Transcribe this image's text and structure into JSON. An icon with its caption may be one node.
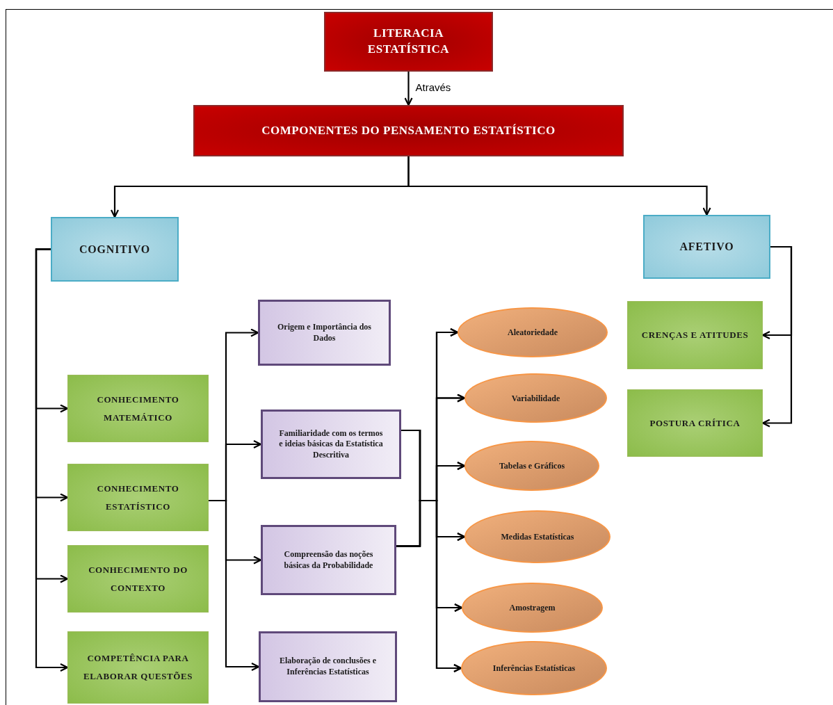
{
  "diagram": {
    "nodes": [
      {
        "text": [
          "LITERACIA ESTATÍSTICA"
        ]
      },
      {
        "text": [
          "COMPONENTES DO PENSAMENTO ESTATÍSTICO"
        ]
      },
      {
        "text": [
          "COGNITIVO"
        ]
      },
      {
        "text": [
          "AFETIVO"
        ]
      },
      {
        "text": [
          "CONHECIMENTO MATEMÁTICO"
        ]
      },
      {
        "text": [
          "CONHECIMENTO ESTATÍSTICO"
        ]
      },
      {
        "text": [
          "CONHECIMENTO DO CONTEXTO"
        ]
      },
      {
        "text": [
          "COMPETÊNCIA PARA ELABORAR QUESTÕES"
        ]
      },
      {
        "text": [
          "Origem e Importância dos Dados"
        ]
      },
      {
        "text": [
          "Familiaridade com os termos e ideias básicas da Estatística Descritiva"
        ]
      },
      {
        "text": [
          "Compreensão das noções básicas da Probabilidade"
        ]
      },
      {
        "text": [
          "Elaboração de conclusões e Inferências Estatísticas"
        ]
      },
      {
        "text": [
          "Aleatoriedade"
        ]
      },
      {
        "text": [
          "Variabilidade"
        ]
      },
      {
        "text": [
          "Tabelas e Gráficos"
        ]
      },
      {
        "text": [
          "Medidas Estatísticas"
        ]
      },
      {
        "text": [
          "Amostragem"
        ]
      },
      {
        "text": [
          "Inferências Estatísticas"
        ]
      },
      {
        "text": [
          "CRENÇAS E ATITUDES"
        ]
      },
      {
        "text": [
          "POSTURA CRÍTICA"
        ]
      }
    ],
    "edges": [
      {
        "from": 0,
        "to": 1,
        "arrow": "to",
        "label": "Através"
      },
      {
        "from": 1,
        "to": 2,
        "arrow": "to"
      },
      {
        "from": 1,
        "to": 3,
        "arrow": "to"
      },
      {
        "from": 2,
        "to": 4,
        "arrow": "to"
      },
      {
        "from": 2,
        "to": 5,
        "arrow": "to"
      },
      {
        "from": 2,
        "to": 6,
        "arrow": "to"
      },
      {
        "from": 2,
        "to": 7,
        "arrow": "to"
      },
      {
        "from": 5,
        "to": 8,
        "arrow": "to"
      },
      {
        "from": 5,
        "to": 9,
        "arrow": "to"
      },
      {
        "from": 5,
        "to": 10,
        "arrow": "to"
      },
      {
        "from": 5,
        "to": 11,
        "arrow": "to"
      },
      {
        "from": 9,
        "to": 12,
        "arrow": "to"
      },
      {
        "from": 9,
        "to": 13,
        "arrow": "to"
      },
      {
        "from": 9,
        "to": 14,
        "arrow": "to"
      },
      {
        "from": 9,
        "to": 15,
        "arrow": "to"
      },
      {
        "from": 9,
        "to": 16,
        "arrow": "to"
      },
      {
        "from": 9,
        "to": 17,
        "arrow": "to"
      },
      {
        "from": 10,
        "to": 12,
        "arrow": "to"
      },
      {
        "from": 10,
        "to": 13,
        "arrow": "to"
      },
      {
        "from": 10,
        "to": 14,
        "arrow": "to"
      },
      {
        "from": 10,
        "to": 15,
        "arrow": "to"
      },
      {
        "from": 10,
        "to": 16,
        "arrow": "to"
      },
      {
        "from": 10,
        "to": 17,
        "arrow": "to"
      },
      {
        "from": 3,
        "to": 18,
        "arrow": "to"
      },
      {
        "from": 3,
        "to": 19,
        "arrow": "to"
      }
    ]
  }
}
